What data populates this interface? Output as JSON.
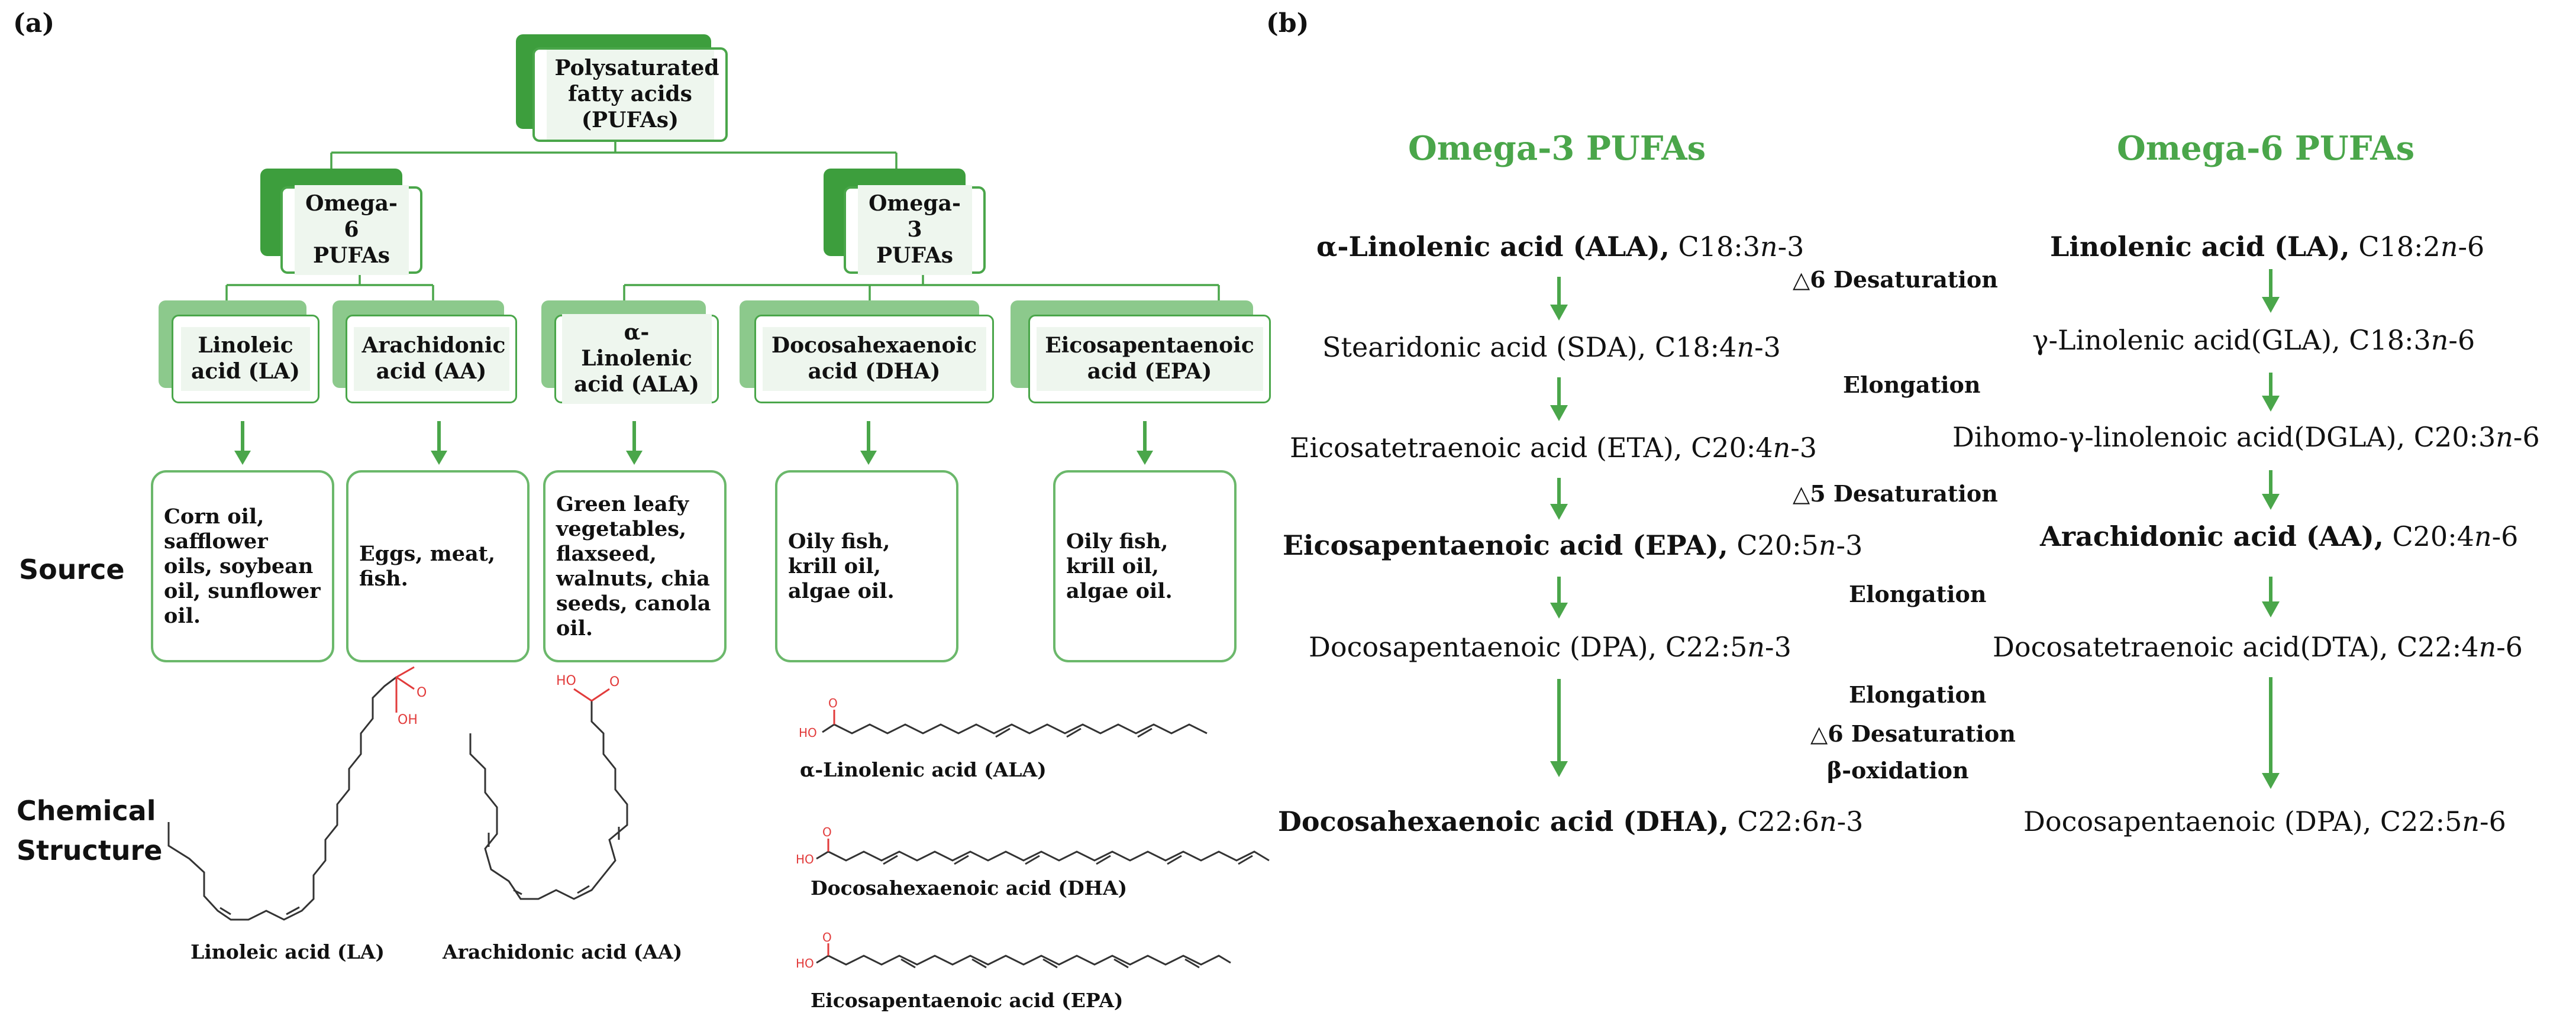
{
  "panels": {
    "a": "(a)",
    "b": "(b)"
  },
  "tree": {
    "root": "Polysaturated fatty acids (PUFAs)",
    "omega6": "Omega-6 PUFAs",
    "omega3": "Omega-3 PUFAs",
    "leaves": [
      "Linoleic acid (LA)",
      "Arachidonic acid (AA)",
      "α-Linolenic acid (ALA)",
      "Docosahexaenoic acid (DHA)",
      "Eicosapentaenoic acid (EPA)"
    ]
  },
  "row_labels": {
    "source": "Source",
    "structure": "Chemical Structure"
  },
  "sources": [
    "Corn oil, safflower oils, soybean oil, sunflower oil.",
    "Eggs, meat, fish.",
    "Green leafy vegetables, flaxseed, walnuts, chia seeds, canola oil.",
    "Oily fish, krill oil, algae oil.",
    "Oily fish, krill oil, algae oil."
  ],
  "structures": {
    "la": "Linoleic acid (LA)",
    "aa": "Arachidonic acid (AA)",
    "ala": "α-Linolenic acid (ALA)",
    "dha": "Docosahexaenoic acid (DHA)",
    "epa": "Eicosapentaenoic acid (EPA)",
    "oh": "OH",
    "ho": "HO"
  },
  "pathway": {
    "omega3_title": "Omega-3 PUFAs",
    "omega6_title": "Omega-6 PUFAs",
    "omega3": [
      {
        "name": "α-Linolenic acid (ALA),",
        "bold": true,
        "formula": "C18:3",
        "n": "n",
        "suffix": "-3"
      },
      {
        "name": "Stearidonic acid (SDA),",
        "bold": false,
        "formula": "C18:4",
        "n": "n",
        "suffix": "-3"
      },
      {
        "name": "Eicosatetraenoic acid (ETA),",
        "bold": false,
        "formula": "C20:4",
        "n": "n",
        "suffix": "-3"
      },
      {
        "name": "Eicosapentaenoic acid (EPA),",
        "bold": true,
        "formula": "C20:5",
        "n": "n",
        "suffix": "-3"
      },
      {
        "name": "Docosapentaenoic (DPA),",
        "bold": false,
        "formula": "C22:5",
        "n": "n",
        "suffix": "-3"
      },
      {
        "name": "Docosahexaenoic acid (DHA),",
        "bold": true,
        "formula": "C22:6",
        "n": "n",
        "suffix": "-3"
      }
    ],
    "omega6": [
      {
        "name": "Linolenic acid (LA),",
        "bold": true,
        "formula": "C18:2",
        "n": "n",
        "suffix": "-6"
      },
      {
        "name": "γ-Linolenic acid(GLA),",
        "bold": false,
        "formula": "C18:3",
        "n": "n",
        "suffix": "-6"
      },
      {
        "name": "Dihomo-γ-linolenoic acid(DGLA),",
        "bold": false,
        "formula": "C20:3",
        "n": "n",
        "suffix": "-6"
      },
      {
        "name": "Arachidonic acid (AA),",
        "bold": true,
        "formula": "C20:4",
        "n": "n",
        "suffix": "-6"
      },
      {
        "name": "Docosatetraenoic acid(DTA),",
        "bold": false,
        "formula": "C22:4",
        "n": "n",
        "suffix": "-6"
      },
      {
        "name": "Docosapentaenoic (DPA),",
        "bold": false,
        "formula": "C22:5",
        "n": "n",
        "suffix": "-6"
      }
    ],
    "steps": {
      "s1": "△6 Desaturation",
      "s2": "Elongation",
      "s3": "△5 Desaturation",
      "s4": "Elongation",
      "s5a": "Elongation",
      "s5b": "△6 Desaturation",
      "s5c": "β-oxidation"
    }
  },
  "colors": {
    "green": "#4aa64a",
    "dark_green": "#3d9e3d",
    "light_green": "#8cc98c",
    "red": "#e23b3b"
  }
}
